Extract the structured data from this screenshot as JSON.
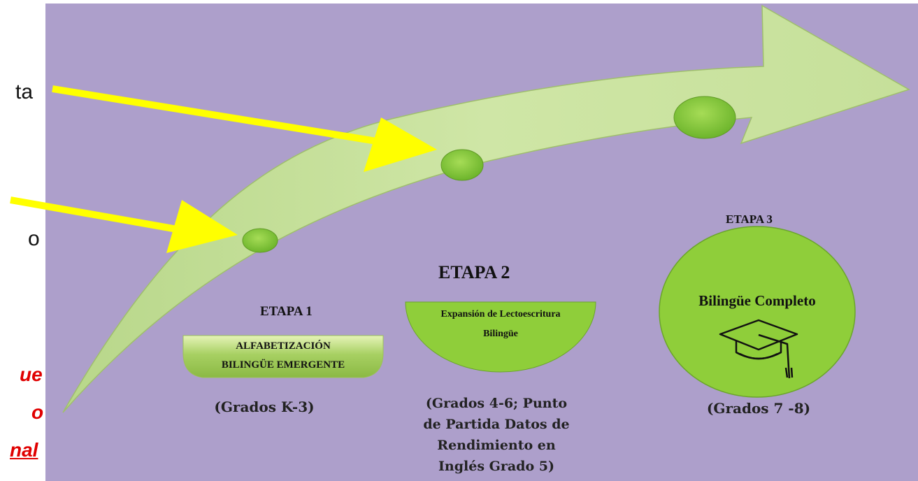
{
  "left_fragments": {
    "line1": "ta",
    "line2": "o",
    "red1": "ue",
    "red2": "o",
    "red3": "nal"
  },
  "stage1": {
    "title": "ETAPA 1",
    "box_line1": "ALFABETIZACIÓN",
    "box_line2": "BILINGÜE EMERGENTE",
    "grades": "(Grados K-3)"
  },
  "stage2": {
    "title": "ETAPA 2",
    "box_line1": "Expansión de Lectoescritura",
    "box_line2": "Bilingüe",
    "grades_line1": "(Grados 4-6; Punto",
    "grades_line2": "de Partida Datos de",
    "grades_line3": "Rendimiento en",
    "grades_line4": "Inglés Grado 5)"
  },
  "stage3": {
    "title": "ETAPA 3",
    "box_line1": "Bilingüe Completo",
    "grades": "(Grados 7 -8)",
    "icon": "graduation-cap-icon"
  },
  "colors": {
    "background": "#ad9fcb",
    "arrow": "#c5df96",
    "green_dot": "#8ccc3c",
    "yellow_arrow": "#ffff00",
    "red_text": "#e00000"
  }
}
